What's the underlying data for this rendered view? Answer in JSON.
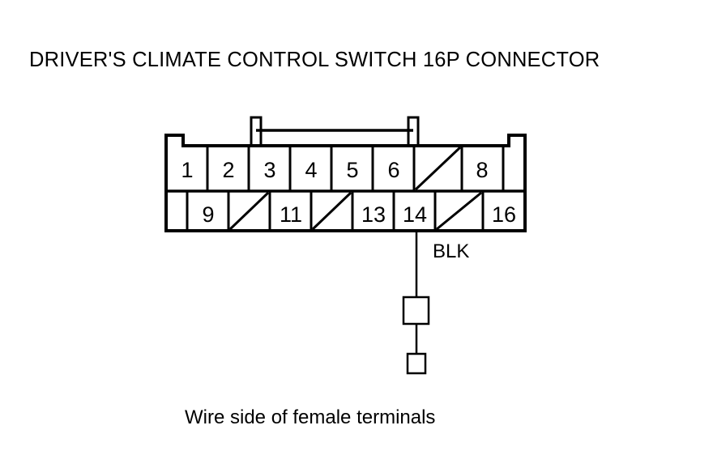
{
  "title": "DRIVER'S CLIMATE CONTROL SWITCH 16P CONNECTOR",
  "caption": "Wire side of female terminals",
  "connector": {
    "name": "DRIVER'S CLIMATE CONTROL SWITCH 16P CONNECTOR",
    "pin_count": "16",
    "view": "Wire side of female terminals",
    "top_row": [
      {
        "label": "1",
        "blank": false
      },
      {
        "label": "2",
        "blank": false
      },
      {
        "label": "3",
        "blank": false
      },
      {
        "label": "4",
        "blank": false
      },
      {
        "label": "5",
        "blank": false
      },
      {
        "label": "6",
        "blank": false
      },
      {
        "label": "",
        "blank": true
      },
      {
        "label": "8",
        "blank": false
      }
    ],
    "bottom_row": [
      {
        "label": "9",
        "blank": false
      },
      {
        "label": "",
        "blank": true
      },
      {
        "label": "11",
        "blank": false
      },
      {
        "label": "",
        "blank": true
      },
      {
        "label": "13",
        "blank": false
      },
      {
        "label": "14",
        "blank": false
      },
      {
        "label": "",
        "blank": true
      },
      {
        "label": "16",
        "blank": false
      }
    ]
  },
  "wire": {
    "color_code": "BLK",
    "origin_pin": "14"
  },
  "colors": {
    "line": "#000000",
    "background": "#ffffff"
  }
}
